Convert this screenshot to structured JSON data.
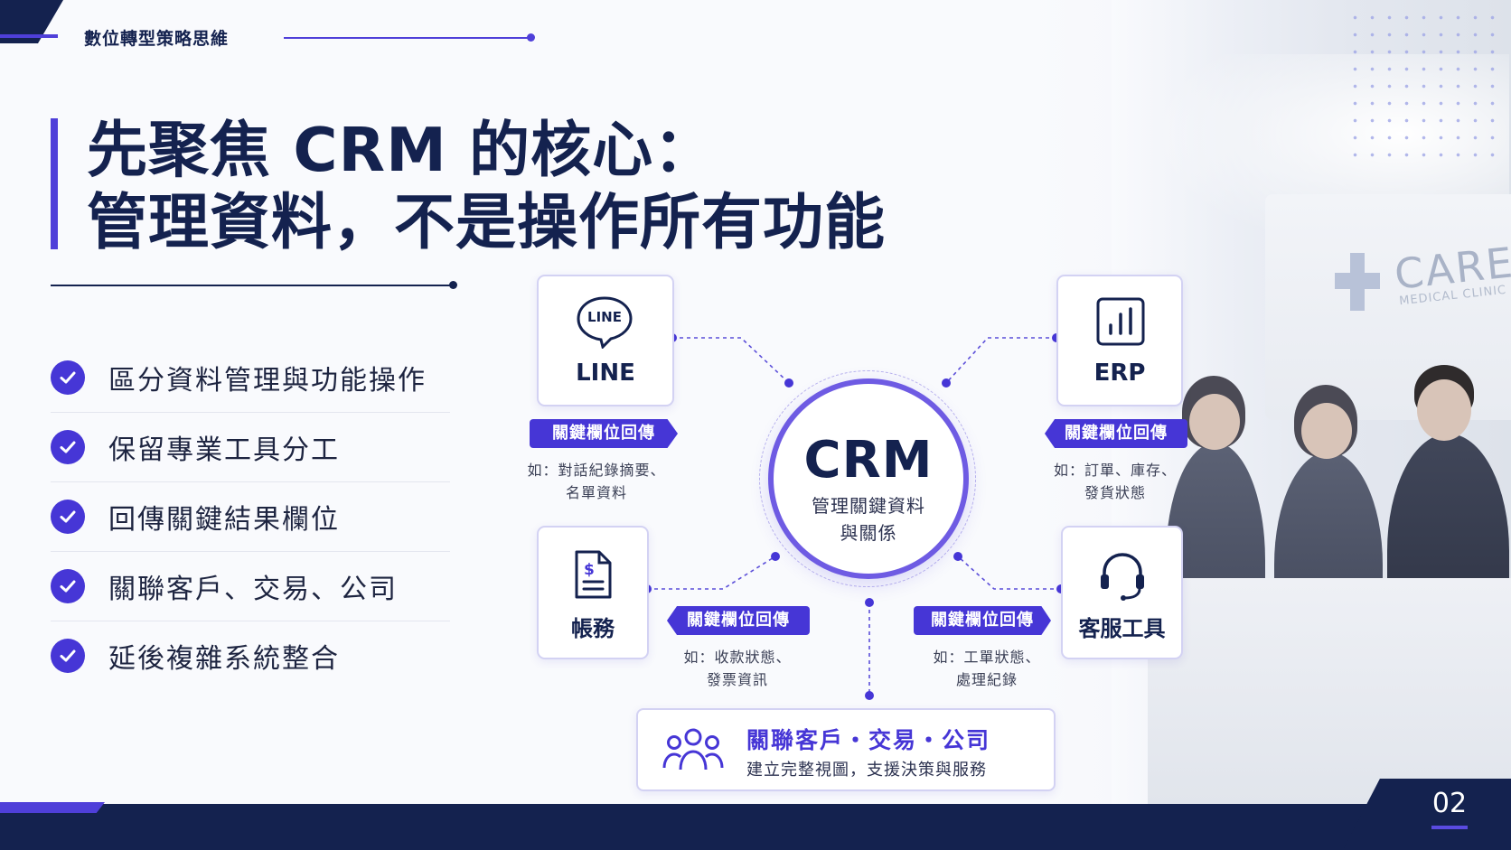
{
  "header": {
    "crumb": "數位轉型策略思維"
  },
  "title": {
    "line1": "先聚焦 CRM 的核心：",
    "line2": "管理資料，不是操作所有功能"
  },
  "checklist": {
    "items": [
      "區分資料管理與功能操作",
      "保留專業工具分工",
      "回傳關鍵結果欄位",
      "關聯客戶、交易、公司",
      "延後複雜系統整合"
    ]
  },
  "diagram": {
    "center": {
      "title": "CRM",
      "subtitle_line1": "管理關鍵資料",
      "subtitle_line2": "與關係"
    },
    "line": {
      "label": "LINE",
      "icon_text": "LINE",
      "icon": "line-chat-bubble-icon",
      "tag": "關鍵欄位回傳",
      "note_line1": "如：對話紀錄摘要、",
      "note_line2": "名單資料"
    },
    "erp": {
      "label": "ERP",
      "icon": "bar-chart-icon",
      "tag": "關鍵欄位回傳",
      "note_line1": "如：訂單、庫存、",
      "note_line2": "發貨狀態"
    },
    "billing": {
      "label": "帳務",
      "icon": "invoice-document-icon",
      "tag": "關鍵欄位回傳",
      "note_line1": "如：收款狀態、",
      "note_line2": "發票資訊"
    },
    "service": {
      "label": "客服工具",
      "icon": "headset-icon",
      "tag": "關鍵欄位回傳",
      "note_line1": "如：工單狀態、",
      "note_line2": "處理紀錄"
    },
    "bottom": {
      "title": "關聯客戶・交易・公司",
      "subtitle": "建立完整視圖，支援決策與服務",
      "icon": "people-group-icon"
    }
  },
  "photo": {
    "sign_title": "CARE",
    "sign_subtitle": "MEDICAL CLINIC"
  },
  "footer": {
    "page_number": "02"
  },
  "colors": {
    "navy": "#14224f",
    "accent": "#4636d6",
    "accent_light": "#6e5be3"
  }
}
